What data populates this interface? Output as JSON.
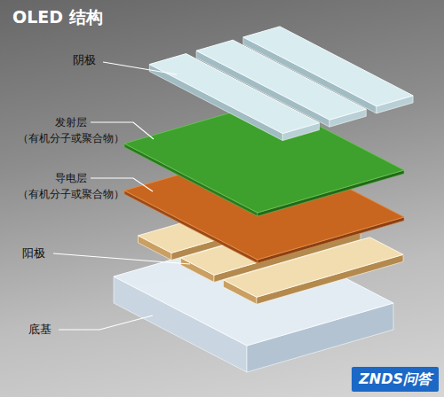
{
  "diagram": {
    "title": "OLED 结构",
    "labels": [
      "阴极",
      "发射层 （有机分子或聚合物）",
      "导电层 （有机分子或聚合物）",
      "阳极",
      "底基",
      "ZNDS问答"
    ]
  }
}
